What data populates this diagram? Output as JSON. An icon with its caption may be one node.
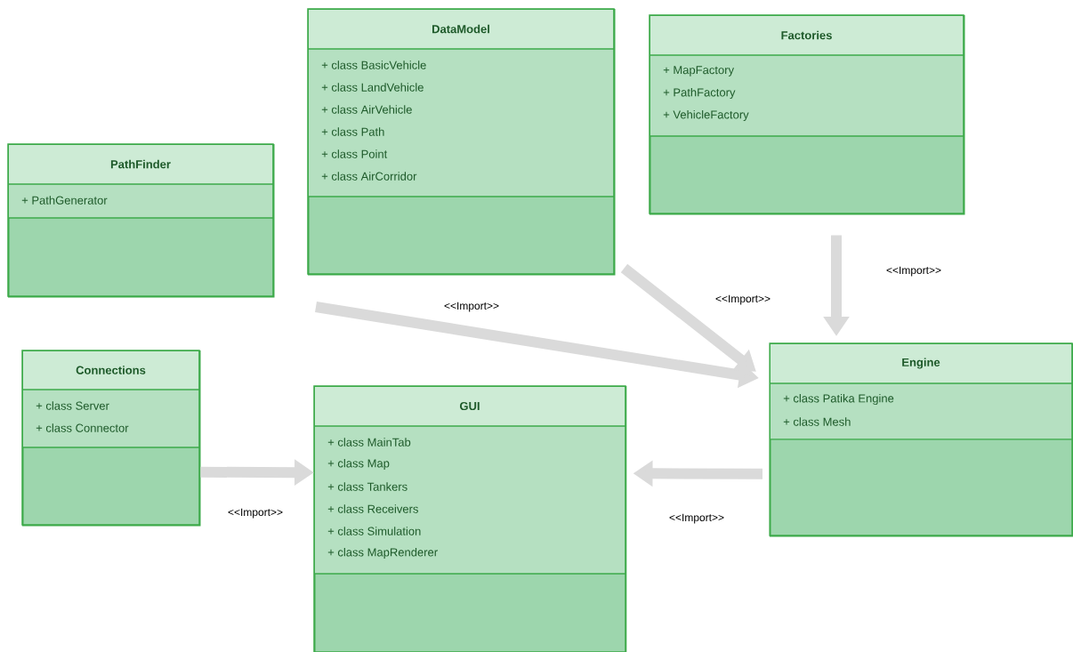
{
  "diagram": {
    "nodes": [
      {
        "text": [
          "PathFinder",
          "+ PathGenerator"
        ]
      },
      {
        "text": [
          "DataModel",
          "+ class BasicVehicle",
          "+ class LandVehicle",
          "+ class AirVehicle",
          "+ class Path",
          "+ class Point",
          "+ class AirCorridor"
        ]
      },
      {
        "text": [
          "Factories",
          "+ MapFactory",
          "+ PathFactory",
          "+ VehicleFactory"
        ]
      },
      {
        "text": [
          "Connections",
          "+ class Server",
          "+ class Connector"
        ]
      },
      {
        "text": [
          "GUI",
          "+ class MainTab",
          "+ class Map",
          "+ class Tankers",
          "+ class Receivers",
          "+ class Simulation",
          "+ class MapRenderer"
        ]
      },
      {
        "text": [
          "Engine",
          "+ class Patika Engine",
          "+ class Mesh"
        ]
      }
    ],
    "edges": [
      {
        "from": null,
        "to": 5,
        "arrow": "to",
        "label": "<<Import>>"
      },
      {
        "from": 1,
        "to": 5,
        "arrow": "to",
        "label": "<<Import>>"
      },
      {
        "from": 2,
        "to": 5,
        "arrow": "to",
        "label": "<<Import>>"
      },
      {
        "from": 3,
        "to": 4,
        "arrow": "to",
        "label": "<<Import>>"
      },
      {
        "from": 5,
        "to": 4,
        "arrow": "to",
        "label": "<<Import>>"
      }
    ]
  }
}
